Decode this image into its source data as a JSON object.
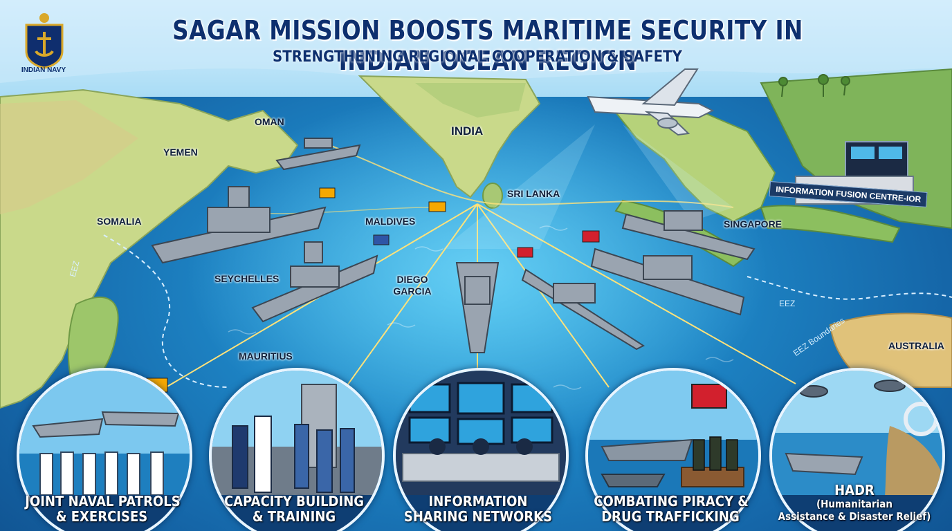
{
  "header": {
    "title": "SAGAR MISSION BOOSTS MARITIME SECURITY IN INDIAN OCEAN REGION",
    "subtitle": "STRENGTHENING REGIONAL COOPERATION & SAFETY",
    "emblem_label": "INDIAN NAVY"
  },
  "map": {
    "places": {
      "oman": "OMAN",
      "yemen": "YEMEN",
      "india": "INDIA",
      "somalia": "SOMALIA",
      "sri_lanka": "SRI LANKA",
      "maldives": "MALDIVES",
      "singapore": "SINGAPORE",
      "seychelles": "SEYCHELLES",
      "diego_garcia": "DIEGO GARCIA",
      "mauritius": "MAURITIUS",
      "australia": "AUSTRALIA"
    },
    "eez_left": "EEZ",
    "eez_right": "EEZ",
    "eez_boundaries": "EEZ Boundaries",
    "fusion_centre": "INFORMATION FUSION CENTRE-IOR"
  },
  "pillars": [
    {
      "line1": "JOINT NAVAL PATROLS",
      "line2": "& EXERCISES"
    },
    {
      "line1": "CAPACITY BUILDING",
      "line2": "& TRAINING"
    },
    {
      "line1": "INFORMATION",
      "line2": "SHARING NETWORKS"
    },
    {
      "line1": "COMBATING PIRACY &",
      "line2": "DRUG TRAFFICKING"
    },
    {
      "line1": "HADR",
      "line2": "(Humanitarian",
      "line3": "Assistance & Disaster Relief)"
    }
  ],
  "colors": {
    "title": "#0d2f6e",
    "ocean": "#1e86c6",
    "land": "#c9d98a",
    "ship": "#9aa4b0",
    "link_line": "#ffe27a"
  }
}
